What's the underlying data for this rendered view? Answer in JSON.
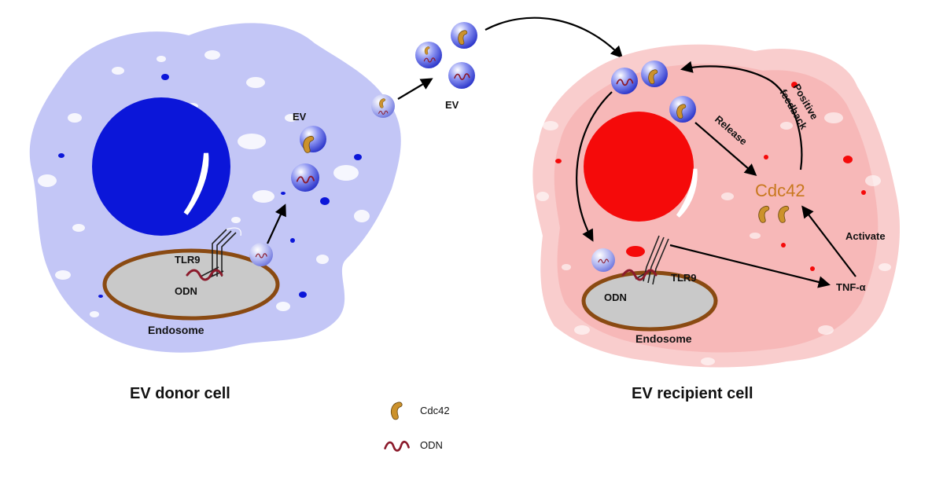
{
  "donor": {
    "title": "EV donor cell",
    "ev_label": "EV",
    "tlr9_label": "TLR9",
    "odn_label": "ODN",
    "endosome_label": "Endosome"
  },
  "transit": {
    "ev_label": "EV"
  },
  "recipient": {
    "title": "EV recipient cell",
    "positive_feedback_line1": "Positive",
    "positive_feedback_line2": "feedback",
    "release_label": "Release",
    "cdc42_label": "Cdc42",
    "activate_label": "Activate",
    "tnf_label": "TNF-α",
    "tlr9_label": "TLR9",
    "odn_label": "ODN",
    "endosome_label": "Endosome"
  },
  "legend": {
    "cdc42": "Cdc42",
    "odn": "ODN"
  },
  "colors": {
    "donor_cell": "#c3c6f6",
    "donor_nucleus": "#0b16d9",
    "recipient_cell": "#f7bcbc",
    "recipient_nucleus": "#f50a0a",
    "cdc42": "#cc922c",
    "cdc42_text": "#c8781e",
    "odn": "#8b1a2b",
    "endosome_ring": "#8a4a12",
    "endosome_fill": "#c9c9c9"
  }
}
